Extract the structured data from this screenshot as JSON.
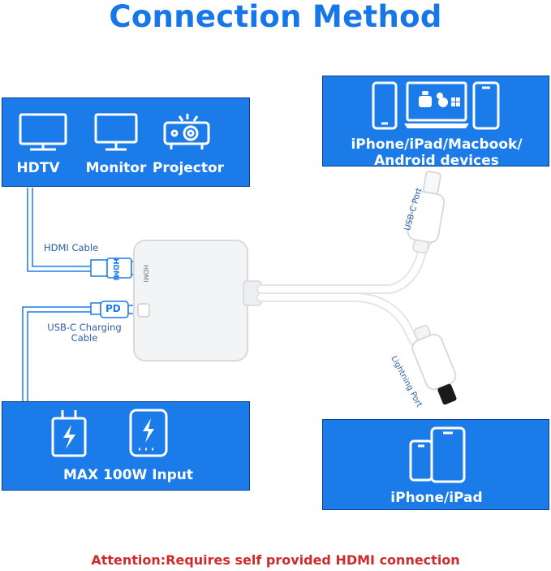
{
  "title": "Connection Method",
  "display_panel": {
    "items": [
      {
        "label": "HDTV",
        "icon": "tv-icon"
      },
      {
        "label": "Monitor",
        "icon": "monitor-icon"
      },
      {
        "label": "Projector",
        "icon": "projector-icon"
      }
    ]
  },
  "power_panel": {
    "label": "MAX 100W Input",
    "icons": [
      "charger-icon",
      "power-bank-icon"
    ]
  },
  "devices_top_panel": {
    "label": "iPhone/iPad/Macbook/ Android devices",
    "icons": [
      "phone-icon",
      "laptop-icon",
      "tablet-icon"
    ]
  },
  "devices_bottom_panel": {
    "label": "iPhone/iPad",
    "icons": [
      "phone-icon",
      "tablet-icon"
    ]
  },
  "cables": {
    "hdmi_cable": "HDMI Cable",
    "usbc_charging_cable": "USB-C Charging Cable",
    "usbc_port": "USB-C Port",
    "lightning_port": "Lightning Port",
    "hdmi_plug": "HDMI",
    "pd_plug": "PD",
    "adapter_port_label": "HDMI"
  },
  "attention": "Attention:Requires self provided HDMI connection",
  "colors": {
    "brand_blue": "#1b7be8",
    "title_blue": "#1877e8",
    "attention_red": "#cf2b2b"
  }
}
